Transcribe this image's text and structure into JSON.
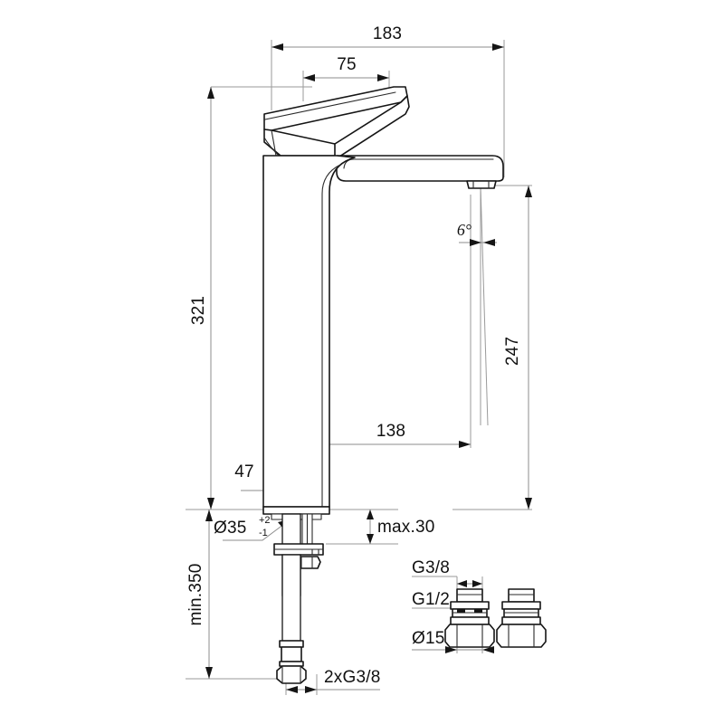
{
  "drawing": {
    "type": "technical-dimension-drawing",
    "subject": "tall vessel basin mixer tap with flexible supply hoses",
    "units": "mm",
    "dimensions": {
      "overall_width": "183",
      "handle_width": "75",
      "overall_height": "321",
      "spout_height": "247",
      "spout_reach": "138",
      "base_width": "47",
      "spout_angle": "6°",
      "base_hole_diameter": "Ø35",
      "base_hole_tol_plus": "+2",
      "base_hole_tol_minus": "-1",
      "max_counter_thickness": "max.30",
      "hose_min_length": "min.350",
      "hose_thread": "2xG3/8"
    },
    "fittings": {
      "thread_top": "G3/8",
      "thread_body": "G1/2",
      "bore_diameter": "Ø15"
    }
  },
  "colors": {
    "object_line": "#151515",
    "dimension_line": "#8d8d8d",
    "background": "#ffffff"
  }
}
